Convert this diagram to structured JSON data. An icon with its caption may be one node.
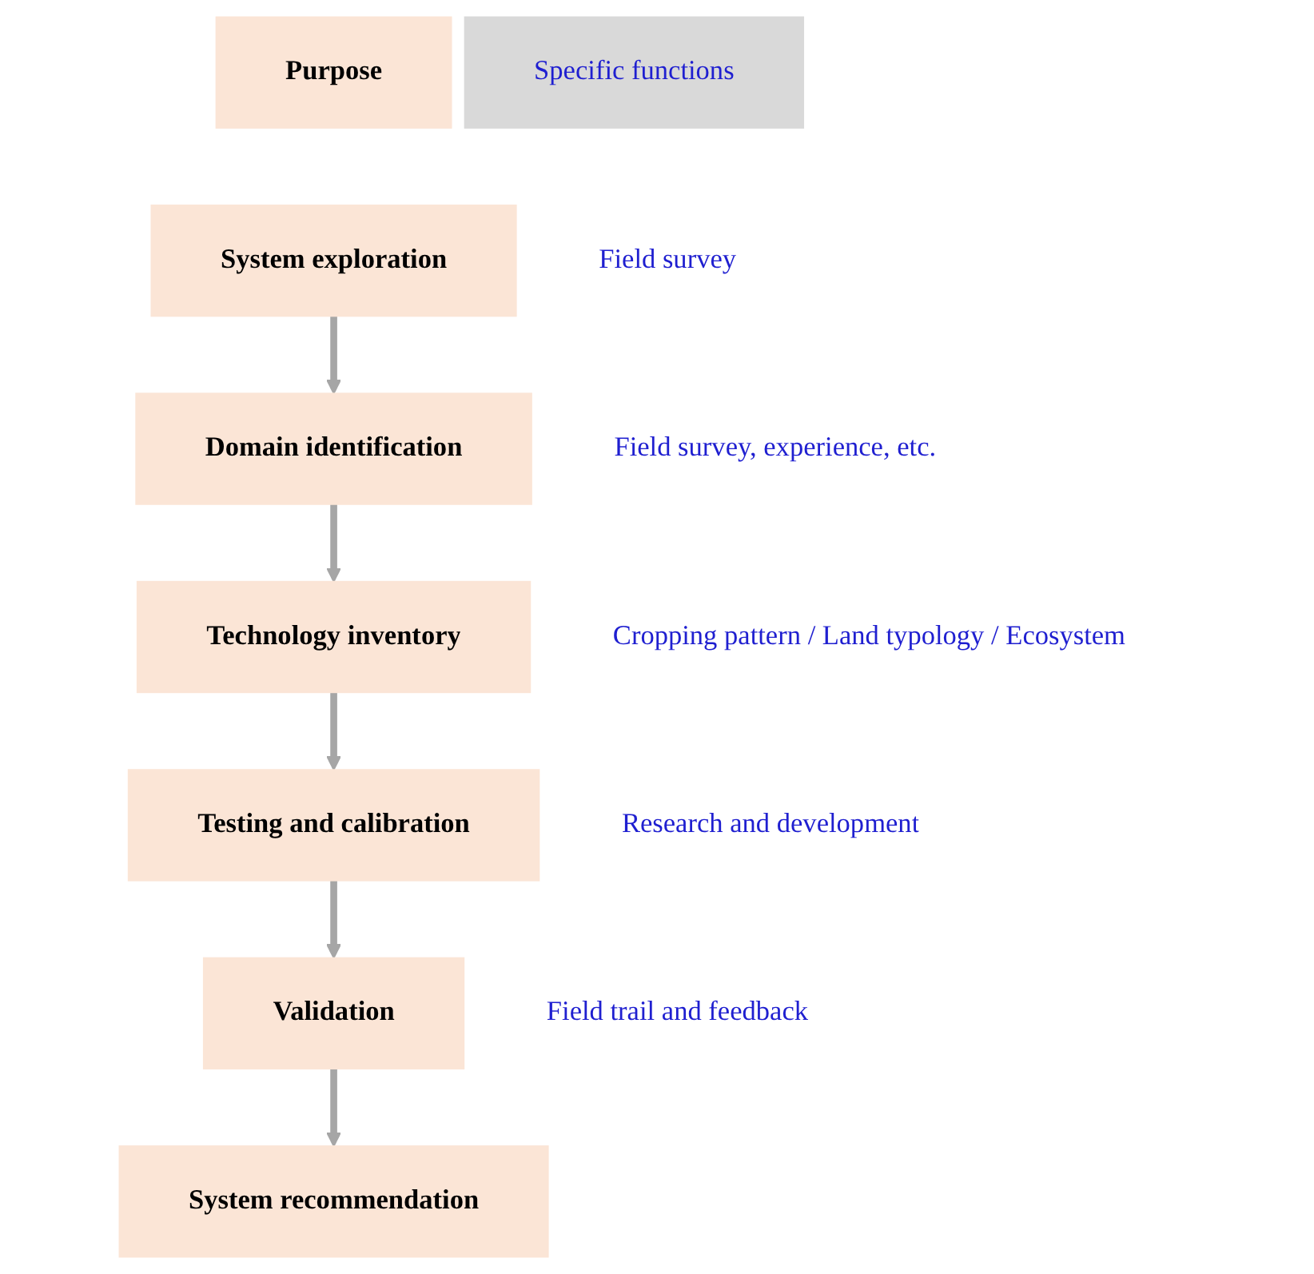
{
  "diagram": {
    "nodes": [
      {
        "text": [
          "Purpose"
        ]
      },
      {
        "text": [
          "Specific functions"
        ]
      },
      {
        "text": [
          "System exploration"
        ],
        "beside": [
          "Field survey"
        ]
      },
      {
        "text": [
          "Domain identification"
        ],
        "beside": [
          "Field survey, experience, etc."
        ]
      },
      {
        "text": [
          "Technology inventory"
        ],
        "beside": [
          "Cropping pattern / Land typology / Ecosystem"
        ]
      },
      {
        "text": [
          "Testing and calibration"
        ],
        "beside": [
          "Research and development"
        ]
      },
      {
        "text": [
          "Validation"
        ],
        "beside": [
          "Field trail and feedback"
        ]
      },
      {
        "text": [
          "System recommendation"
        ]
      }
    ],
    "edges": [
      {
        "from": 2,
        "to": 3,
        "arrow": "to"
      },
      {
        "from": 3,
        "to": 4,
        "arrow": "to"
      },
      {
        "from": 4,
        "to": 5,
        "arrow": "to"
      },
      {
        "from": 5,
        "to": 6,
        "arrow": "to"
      },
      {
        "from": 6,
        "to": 7,
        "arrow": "to"
      }
    ]
  }
}
